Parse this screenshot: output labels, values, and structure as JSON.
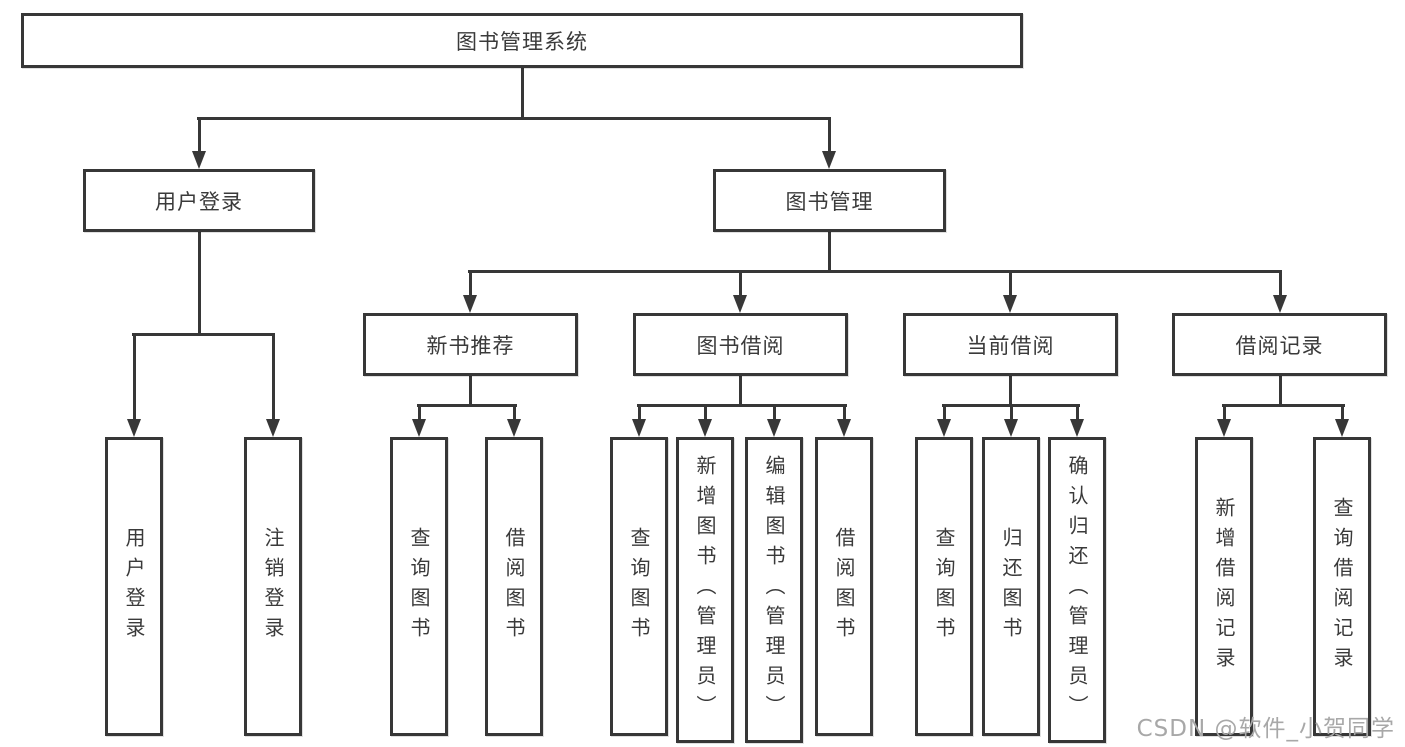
{
  "diagram": {
    "title": "图书管理系统",
    "tree": {
      "label": "图书管理系统",
      "children": [
        {
          "label": "用户登录",
          "children": [
            {
              "label": "用户登录"
            },
            {
              "label": "注销登录"
            }
          ]
        },
        {
          "label": "图书管理",
          "children": [
            {
              "label": "新书推荐",
              "children": [
                {
                  "label": "查询图书"
                },
                {
                  "label": "借阅图书"
                }
              ]
            },
            {
              "label": "图书借阅",
              "children": [
                {
                  "label": "查询图书"
                },
                {
                  "label": "新增图书（管理员）"
                },
                {
                  "label": "编辑图书（管理员）"
                },
                {
                  "label": "借阅图书"
                }
              ]
            },
            {
              "label": "当前借阅",
              "children": [
                {
                  "label": "查询图书"
                },
                {
                  "label": "归还图书"
                },
                {
                  "label": "确认归还（管理员）"
                }
              ]
            },
            {
              "label": "借阅记录",
              "children": [
                {
                  "label": "新增借阅记录"
                },
                {
                  "label": "查询借阅记录"
                }
              ]
            }
          ]
        }
      ]
    }
  },
  "colors": {
    "line": "#373737",
    "text": "#3a3a3a",
    "watermark": "#a8a8a8"
  },
  "watermark": {
    "text": "CSDN @软件_小贺同学"
  }
}
